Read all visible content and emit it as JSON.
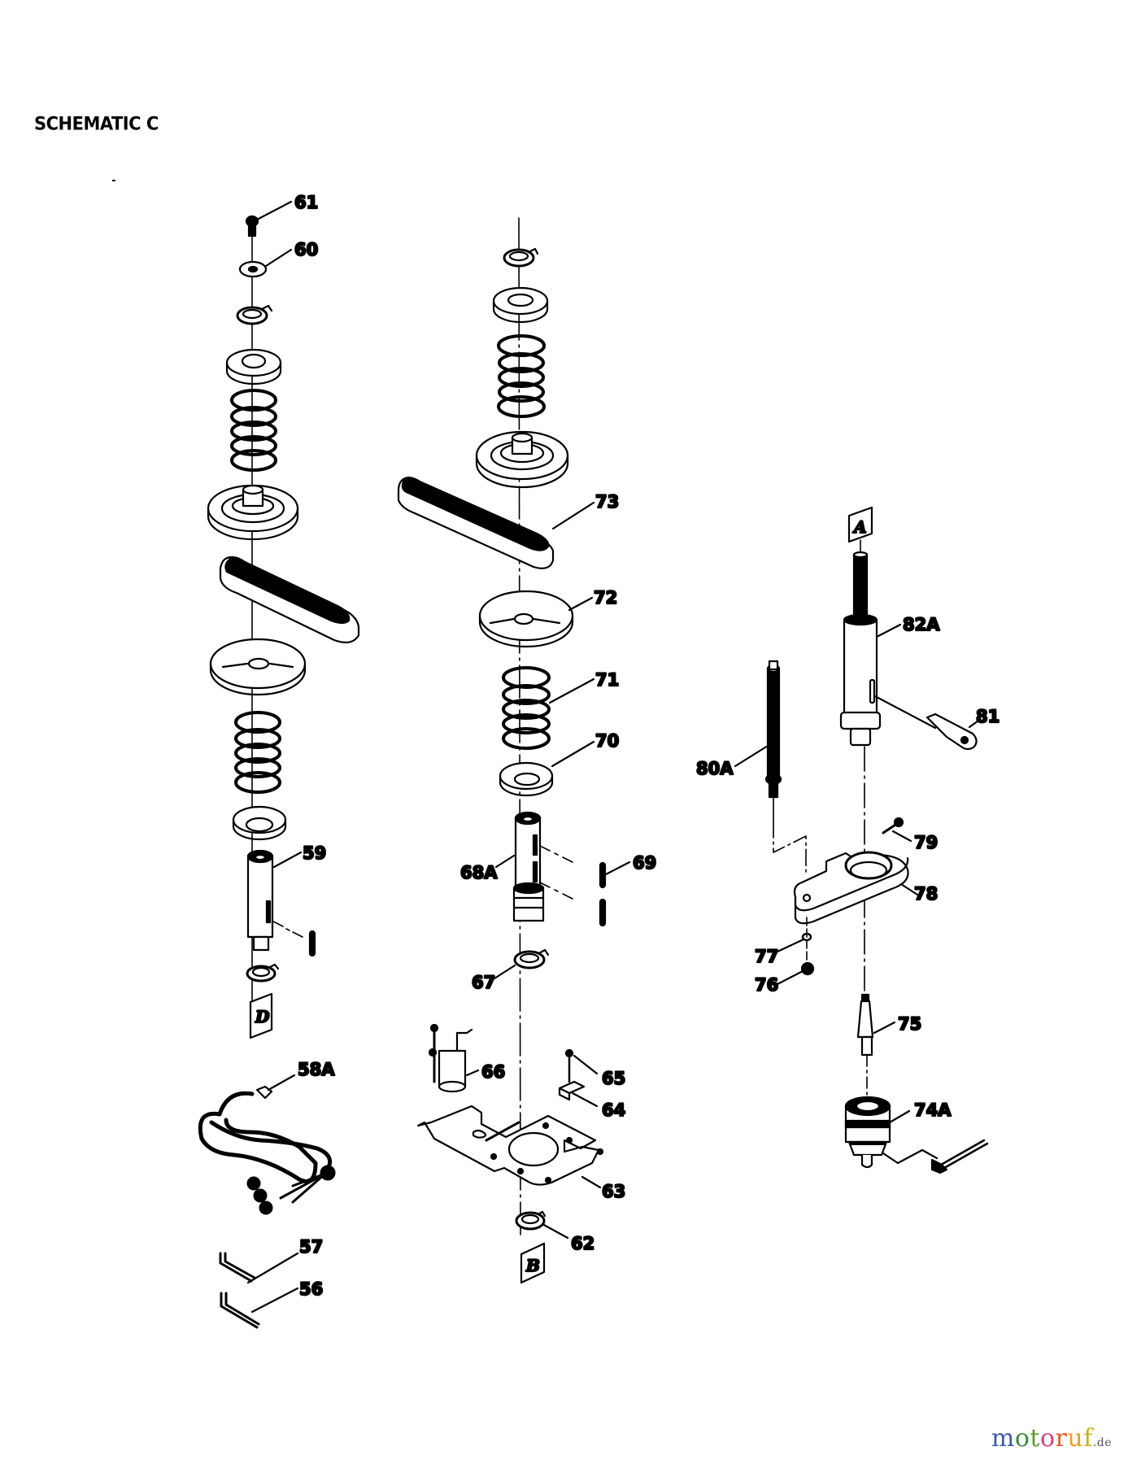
{
  "title": "SCHEMATIC C",
  "watermark": {
    "letters": [
      {
        "ch": "m",
        "color": "#3b5ba9"
      },
      {
        "ch": "o",
        "color": "#3b8a3b"
      },
      {
        "ch": "t",
        "color": "#5a9a2a"
      },
      {
        "ch": "o",
        "color": "#d43f86"
      },
      {
        "ch": "r",
        "color": "#e35a2a"
      },
      {
        "ch": "u",
        "color": "#e9a21c"
      },
      {
        "ch": "f",
        "color": "#c8b21a"
      }
    ],
    "suffix": ".de"
  },
  "parts": {
    "p56": "56",
    "p57": "57",
    "p58A": "58A",
    "p59": "59",
    "p60": "60",
    "p61": "61",
    "p62": "62",
    "p63": "63",
    "p64": "64",
    "p65": "65",
    "p66": "66",
    "p67": "67",
    "p68A": "68A",
    "p69": "69",
    "p70": "70",
    "p71": "71",
    "p72": "72",
    "p73": "73",
    "p74A": "74A",
    "p75": "75",
    "p76": "76",
    "p77": "77",
    "p78": "78",
    "p79": "79",
    "p80A": "80A",
    "p81": "81",
    "p82A": "82A"
  },
  "refs": {
    "A": "A",
    "B": "B",
    "D": "D"
  }
}
